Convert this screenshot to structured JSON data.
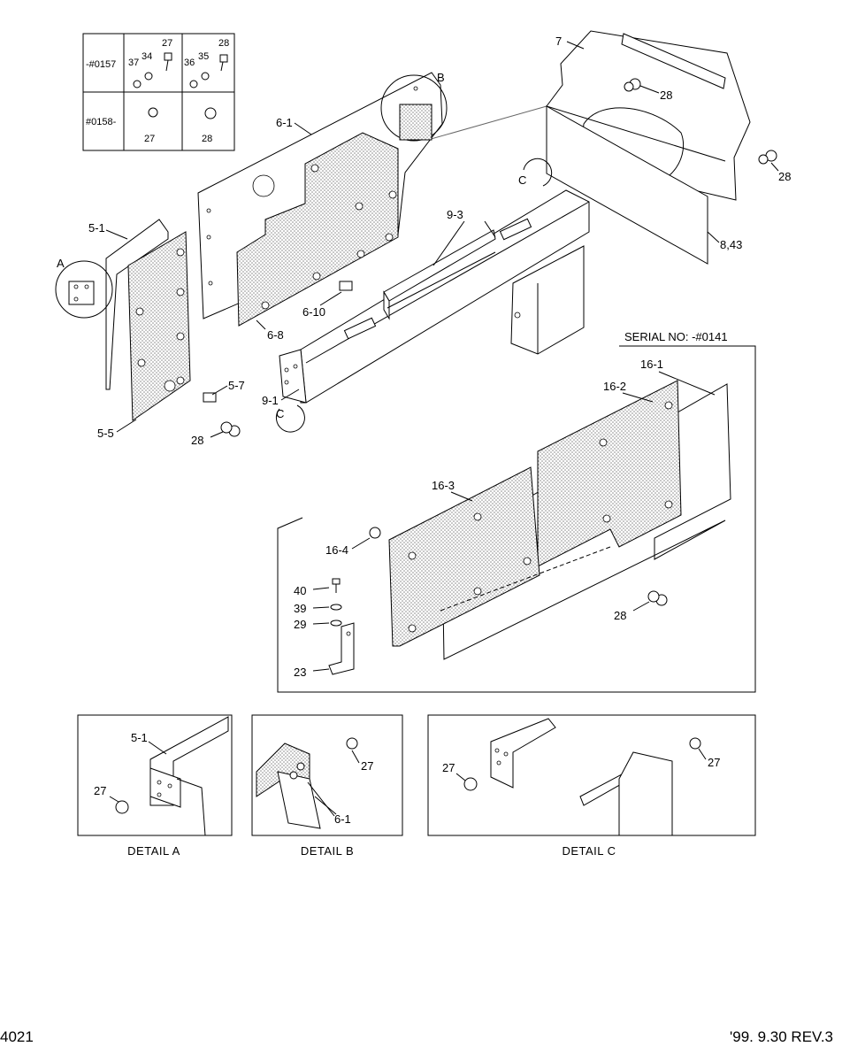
{
  "table": {
    "rows": [
      {
        "serial": "-#0157",
        "cell2": [
          "37",
          "34",
          "27"
        ],
        "cell3": [
          "36",
          "35",
          "28"
        ]
      },
      {
        "serial": "#0158-",
        "cell2": [
          "27"
        ],
        "cell3": [
          "28"
        ]
      }
    ]
  },
  "callouts": {
    "p7": "7",
    "p28a": "28",
    "p28b": "28",
    "p28c": "28",
    "p28d": "28",
    "p6_1": "6-1",
    "pB": "B",
    "pC_top": "C",
    "p8_43": "8,43",
    "p9_3": "9-3",
    "p5_1": "5-1",
    "pA": "A",
    "p6_10": "6-10",
    "p6_8": "6-8",
    "p9_1": "9-1",
    "p5_7": "5-7",
    "p5_5": "5-5",
    "p16_1": "16-1",
    "p16_2": "16-2",
    "p16_3": "16-3",
    "p16_4": "16-4",
    "p40": "40",
    "p39": "39",
    "p29": "29",
    "p23": "23",
    "dA_5_1": "5-1",
    "dA_27": "27",
    "dB_27": "27",
    "dB_6_1": "6-1",
    "dC_27a": "27",
    "dC_27b": "27"
  },
  "serial_note": "SERIAL NO: -#0141",
  "details": {
    "a": "DETAIL  A",
    "b": "DETAIL  B",
    "c": "DETAIL  C"
  },
  "footer": {
    "page": "4021",
    "revision": "'99. 9.30 REV.3"
  }
}
